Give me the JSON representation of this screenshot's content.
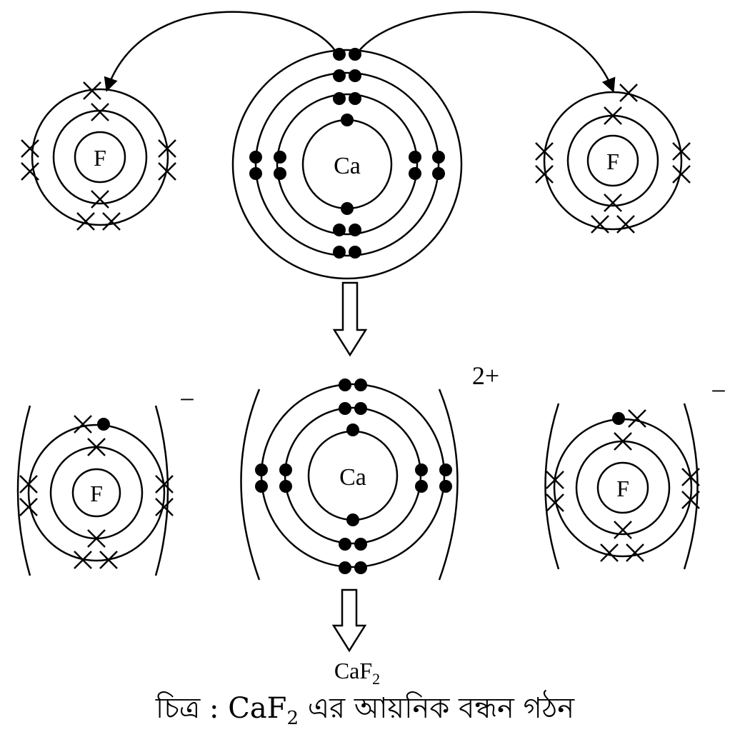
{
  "atoms": {
    "fluorine_symbol": "F",
    "calcium_symbol": "Ca"
  },
  "charges": {
    "fluoride": "−",
    "calcium_ion": "2+"
  },
  "product": {
    "formula_main": "CaF",
    "formula_subscript": "2"
  },
  "caption": {
    "prefix": "চিত্র : CaF",
    "subscript": "2",
    "suffix": " এর আয়নিক বন্ধন গঠন"
  }
}
